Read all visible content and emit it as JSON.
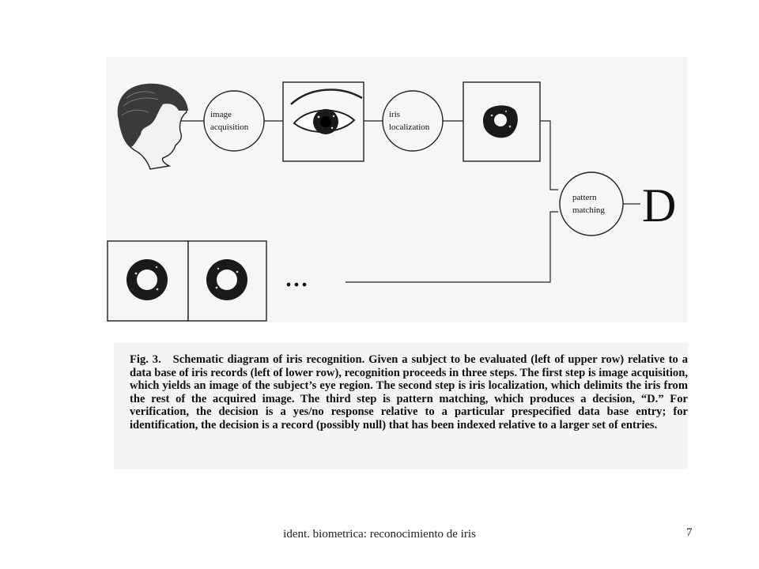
{
  "diagram": {
    "nodes": {
      "image_acquisition": [
        "image",
        "acquisition"
      ],
      "iris_localization": [
        "iris",
        "localization"
      ],
      "pattern_matching": [
        "pattern",
        "matching"
      ]
    },
    "decision": "D",
    "ellipsis": "..."
  },
  "caption": {
    "label": "Fig. 3.",
    "text": "Schematic diagram of iris recognition. Given a subject to be evaluated (left of upper row) relative to a data base of iris records (left of lower row), recognition proceeds in three steps. The first step is image acquisition, which yields an image of the subject’s eye region. The second step is iris localization, which delimits the iris from the rest of the acquired image. The third step is pattern matching, which produces a decision, “D.” For verification, the decision is a yes/no response relative to a particular prespecified data base entry; for identification, the decision is a record (possibly null) that has been indexed relative to a larger set of entries."
  },
  "footer": {
    "title": "ident. biometrica: reconocimiento de iris",
    "page_number": "7"
  }
}
